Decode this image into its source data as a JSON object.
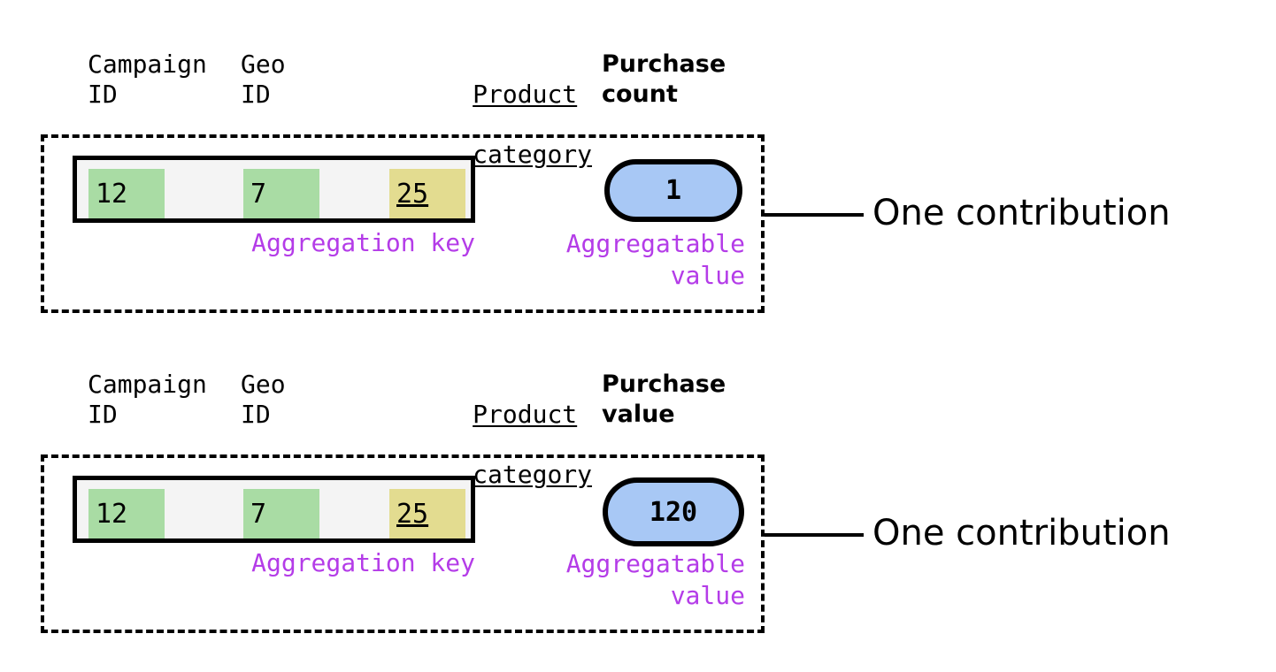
{
  "blocks": [
    {
      "headers": {
        "campaign": "Campaign\nID",
        "geo": "Geo\nID",
        "product_line1": "Product",
        "product_line2": "category",
        "metric": "Purchase\ncount"
      },
      "key": {
        "campaign_value": "12",
        "geo_value": "7",
        "product_value": "25",
        "caption": "Aggregation key"
      },
      "value": {
        "amount": "1",
        "caption": "Aggregatable\nvalue"
      },
      "annotation": "One contribution"
    },
    {
      "headers": {
        "campaign": "Campaign\nID",
        "geo": "Geo\nID",
        "product_line1": "Product",
        "product_line2": "category",
        "metric": "Purchase\nvalue"
      },
      "key": {
        "campaign_value": "12",
        "geo_value": "7",
        "product_value": "25",
        "caption": "Aggregation key"
      },
      "value": {
        "amount": "120",
        "caption": "Aggregatable\nvalue"
      },
      "annotation": "One contribution"
    }
  ],
  "colors": {
    "key_chip_green": "#a9dca4",
    "key_chip_khaki": "#e3dc90",
    "value_pill_blue": "#a8c8f5",
    "caption_purple": "#b43ce8",
    "outline_black": "#000000",
    "key_box_fill": "#f4f4f4"
  }
}
